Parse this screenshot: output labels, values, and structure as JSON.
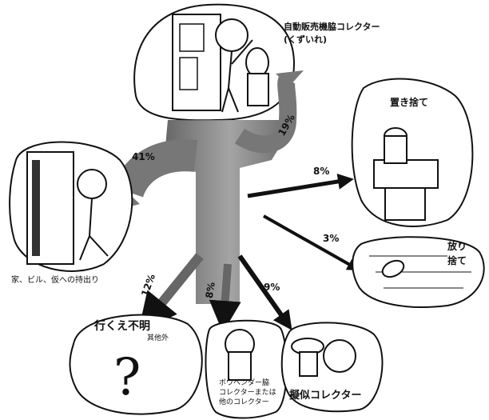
{
  "diagram": {
    "source": {
      "label_line1": "自動販売機脇コレクター",
      "label_line2": "(くずいれ)"
    },
    "flows": [
      {
        "id": "home",
        "label": "家、ビル、仮への持出り",
        "percent": "41%"
      },
      {
        "id": "recycle",
        "label": "19%",
        "percent": "19%"
      },
      {
        "id": "leave",
        "label": "置き捨て",
        "percent": "8%"
      },
      {
        "id": "throw",
        "label_line1": "放り",
        "label_line2": "捨て",
        "percent": "3%"
      },
      {
        "id": "unknown",
        "label": "行くえ不明",
        "sublabel": "其他外",
        "percent": "12%"
      },
      {
        "id": "vendor",
        "label_line1": "ボウベンダー脇",
        "label_line2": "コレクターまたは",
        "label_line3": "他のコレクター",
        "percent": "8%"
      },
      {
        "id": "pseudo",
        "label": "擬似コレクター",
        "percent": "9%"
      }
    ],
    "colors": {
      "main_flow": "#7a7a7a",
      "ink": "#111111",
      "paper": "#ffffff"
    }
  }
}
